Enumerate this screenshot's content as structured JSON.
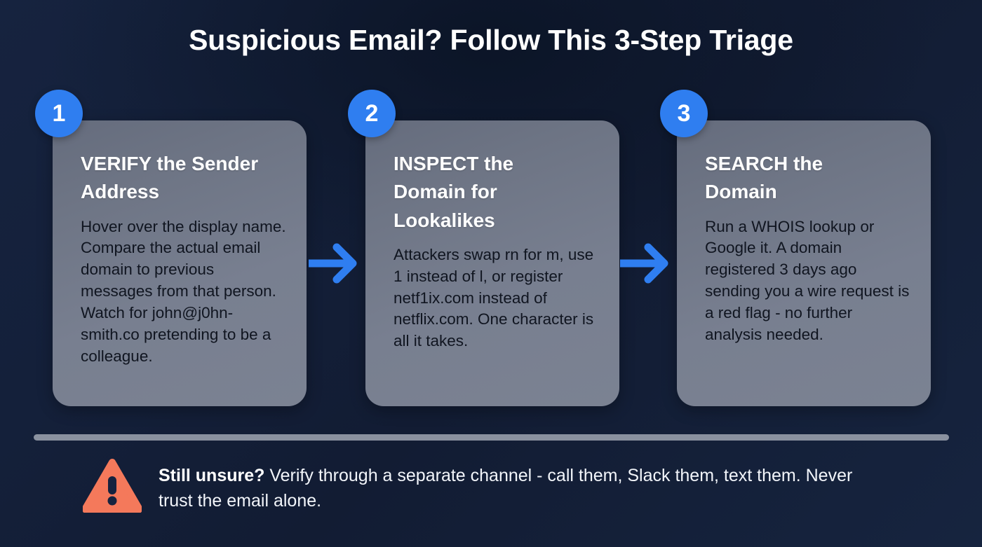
{
  "title": "Suspicious Email? Follow This 3-Step Triage",
  "theme": {
    "background_dark": "#16233f",
    "card_surface": "#767e8f",
    "accent_blue": "#2f7ef0",
    "warning_orange": "#f4795b",
    "divider_gray": "#8a919f",
    "title_color": "#ffffff"
  },
  "steps": [
    {
      "number": "1",
      "title": "VERIFY the Sender Address",
      "body": "Hover over the display name. Compare the actual email domain to previous messages from that person. Watch for john@j0hn-smith.co pretending to be a colleague."
    },
    {
      "number": "2",
      "title": "INSPECT the Domain for Lookalikes",
      "body": "Attackers swap rn for m, use 1 instead of l, or register netf1ix.com instead of netflix.com. One character is all it takes."
    },
    {
      "number": "3",
      "title": "SEARCH the Domain",
      "body": "Run a WHOIS lookup or Google it. A domain registered 3 days ago sending you a wire request is a red flag - no further analysis needed."
    }
  ],
  "connectors": [
    {
      "icon": "arrow-right-icon"
    },
    {
      "icon": "arrow-right-icon"
    }
  ],
  "footer": {
    "icon": "warning-triangle-icon",
    "lead": "Still unsure?",
    "text": " Verify through a separate channel - call them, Slack them, text them. Never trust the email alone."
  }
}
